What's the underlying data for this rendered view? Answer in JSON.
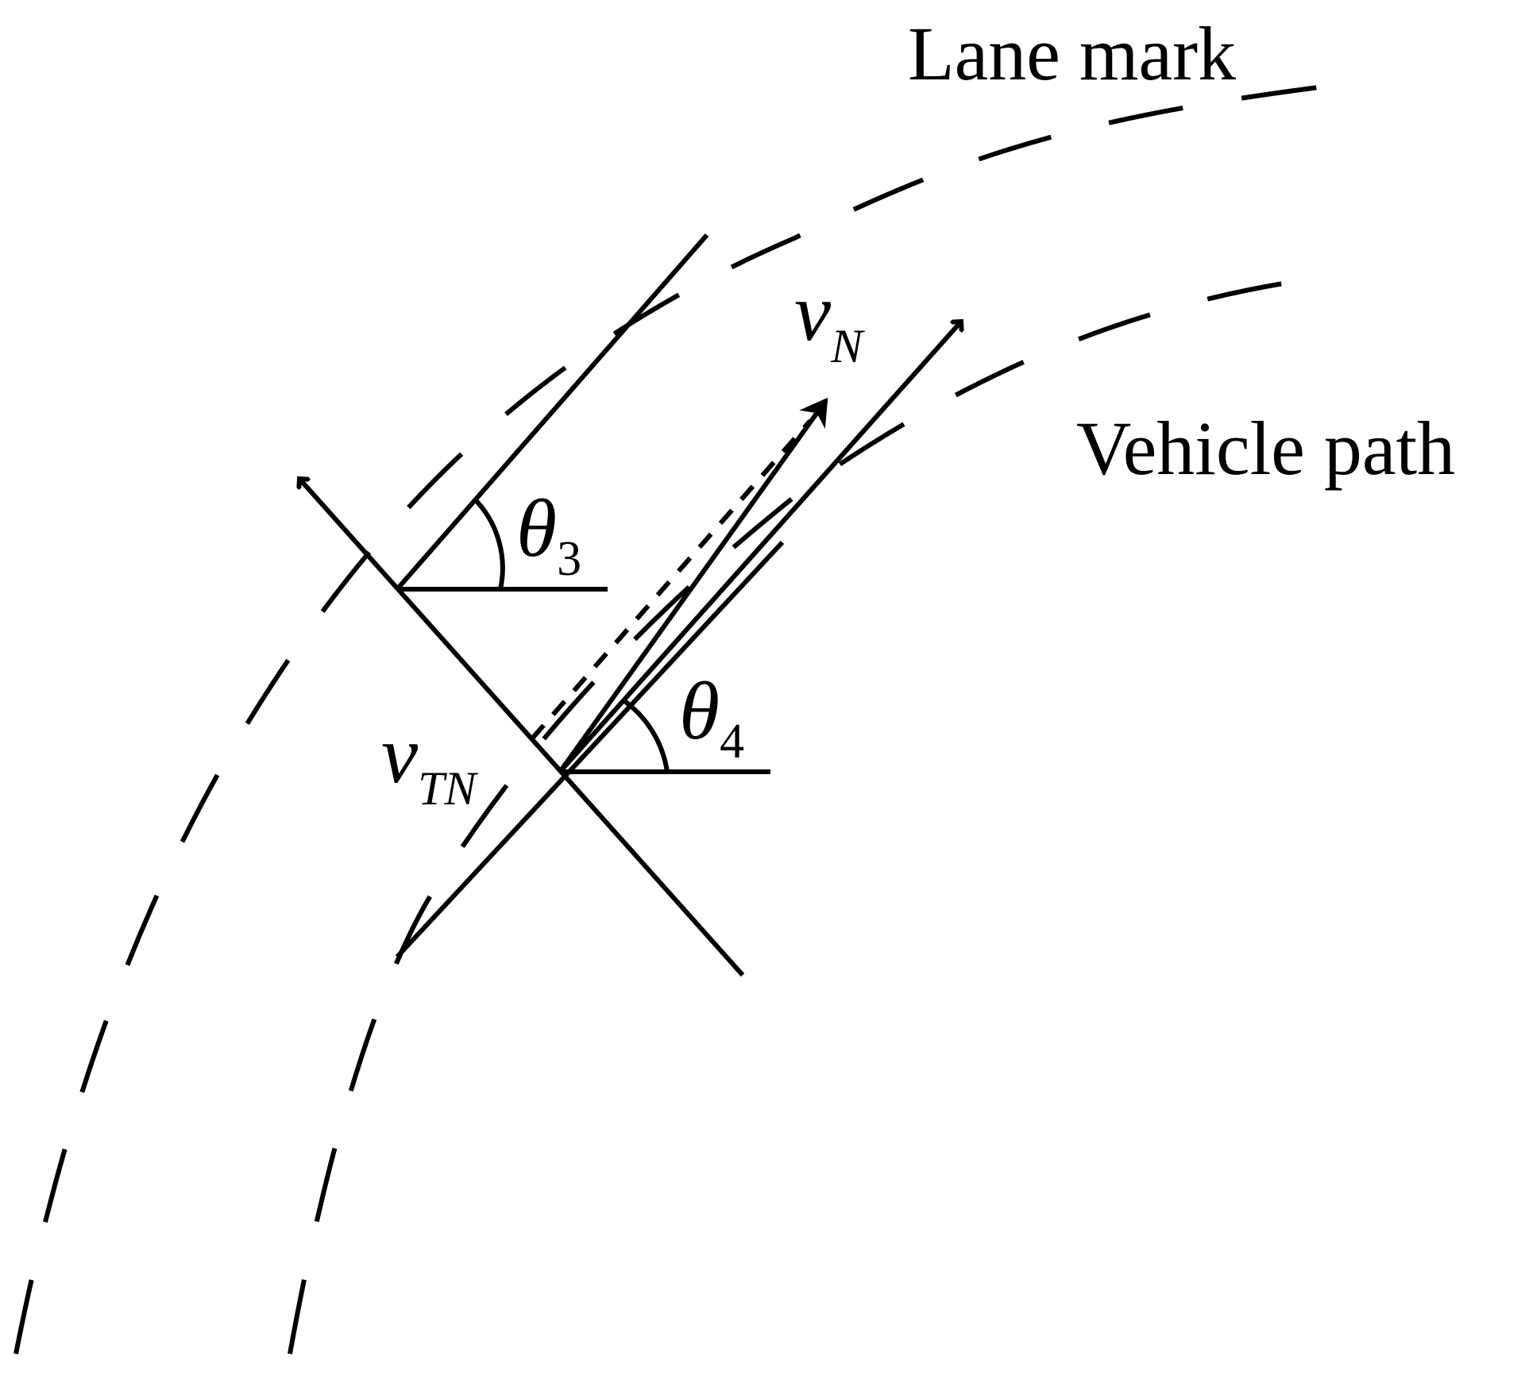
{
  "labels": {
    "lane_mark": "Lane mark",
    "vehicle_path": "Vehicle path",
    "v_N_symbol": "v",
    "v_N_subscript": "N",
    "v_TN_symbol": "v",
    "v_TN_subscript": "TN",
    "theta3_symbol": "θ",
    "theta3_subscript": "3",
    "theta4_symbol": "θ",
    "theta4_subscript": "4"
  }
}
